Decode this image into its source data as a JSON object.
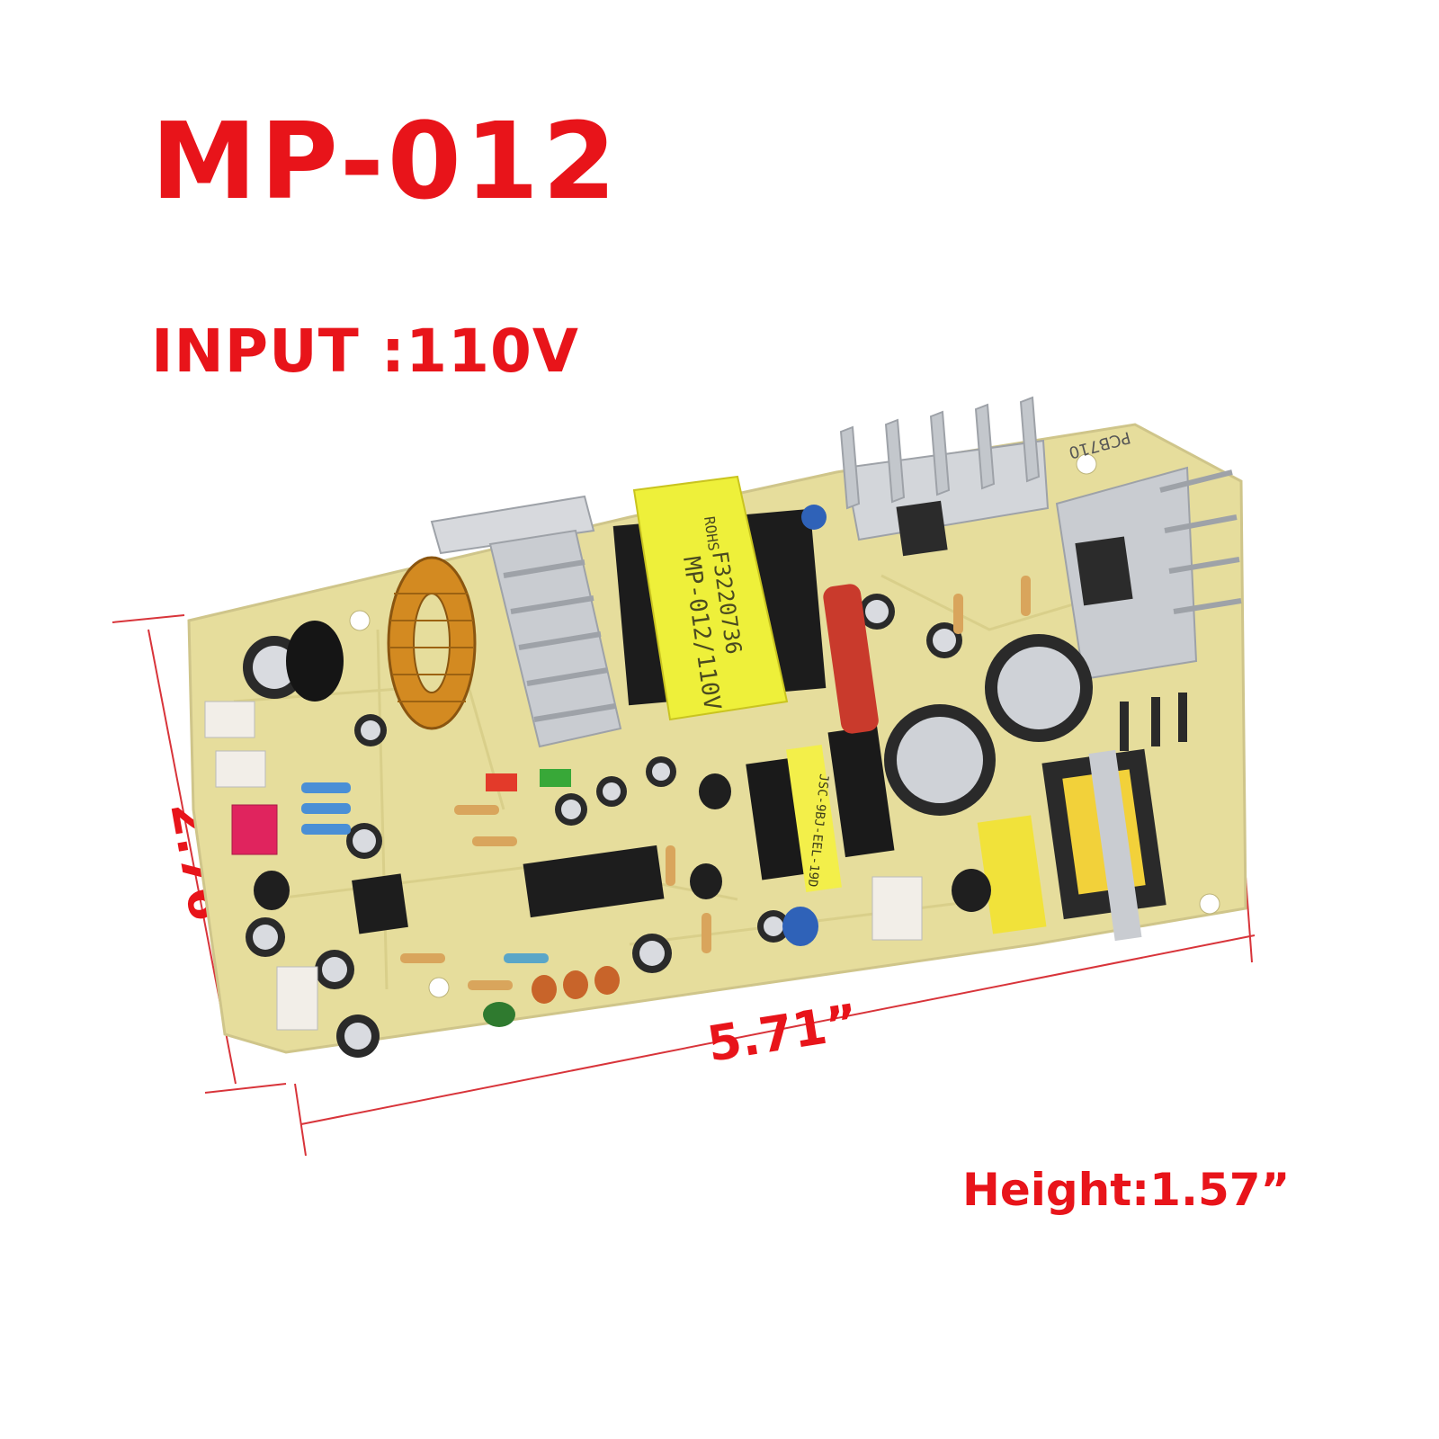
{
  "title": "MP-012",
  "input_label": "INPUT :110V",
  "dimensions": {
    "width": "5.71”",
    "depth": "2.76”",
    "height": "Height:1.57”"
  },
  "transformer": {
    "line1": "MP-012/110V",
    "line2": "F3220736",
    "badge": "ROHS"
  },
  "relay_label": "JSC-9BJ-EEL-19D",
  "board_mark": "PCB710",
  "colors": {
    "text": "#e8141a",
    "dimension_line": "#d8343a",
    "pcb": "#e6dd9c",
    "heatsink": "#c9ccd1",
    "transformer": "#eef03a",
    "copper_coil": "#d38a21"
  }
}
